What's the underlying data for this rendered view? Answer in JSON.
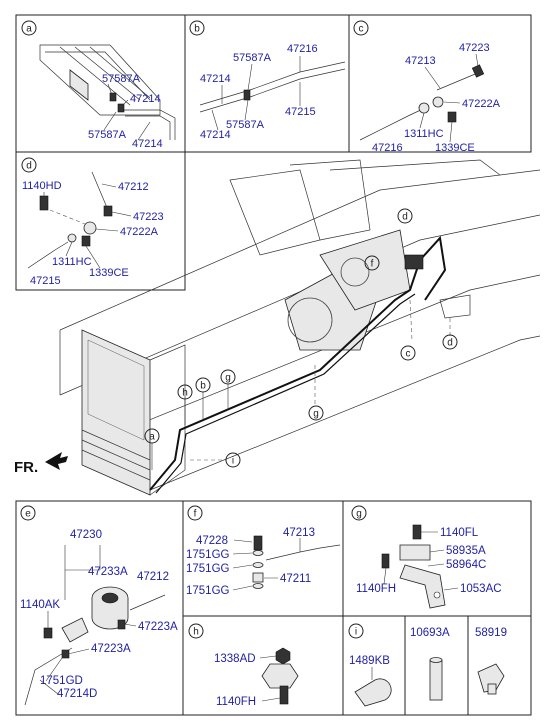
{
  "direction_label": "FR.",
  "callout_letters": [
    "a",
    "b",
    "c",
    "d",
    "e",
    "f",
    "g",
    "h",
    "i"
  ],
  "panels": {
    "a": {
      "letter": "a",
      "parts": [
        "57587A",
        "47214",
        "57587A",
        "47214"
      ]
    },
    "b": {
      "letter": "b",
      "parts": [
        "57587A",
        "47216",
        "47214",
        "47215",
        "57587A",
        "47214"
      ]
    },
    "c": {
      "letter": "c",
      "parts": [
        "47223",
        "47213",
        "47222A",
        "1311HC",
        "47216",
        "1339CE"
      ]
    },
    "d": {
      "letter": "d",
      "parts": [
        "1140HD",
        "47212",
        "47223",
        "47222A",
        "1311HC",
        "1339CE",
        "47215"
      ]
    },
    "e": {
      "letter": "e",
      "parts": [
        "47230",
        "47233A",
        "47212",
        "1140AK",
        "47223A",
        "47223A",
        "1751GD",
        "47214D"
      ]
    },
    "f": {
      "letter": "f",
      "parts": [
        "47228",
        "47213",
        "1751GG",
        "1751GG",
        "47211",
        "1751GG"
      ]
    },
    "g": {
      "letter": "g",
      "parts": [
        "1140FL",
        "58935A",
        "58964C",
        "1140FH",
        "1053AC"
      ]
    },
    "h": {
      "letter": "h",
      "parts": [
        "1338AD",
        "1140FH"
      ]
    },
    "i": {
      "letter": "i",
      "parts": [
        "1489KB"
      ]
    },
    "j": {
      "parts": [
        "10693A"
      ]
    },
    "k": {
      "parts": [
        "58919"
      ]
    }
  }
}
